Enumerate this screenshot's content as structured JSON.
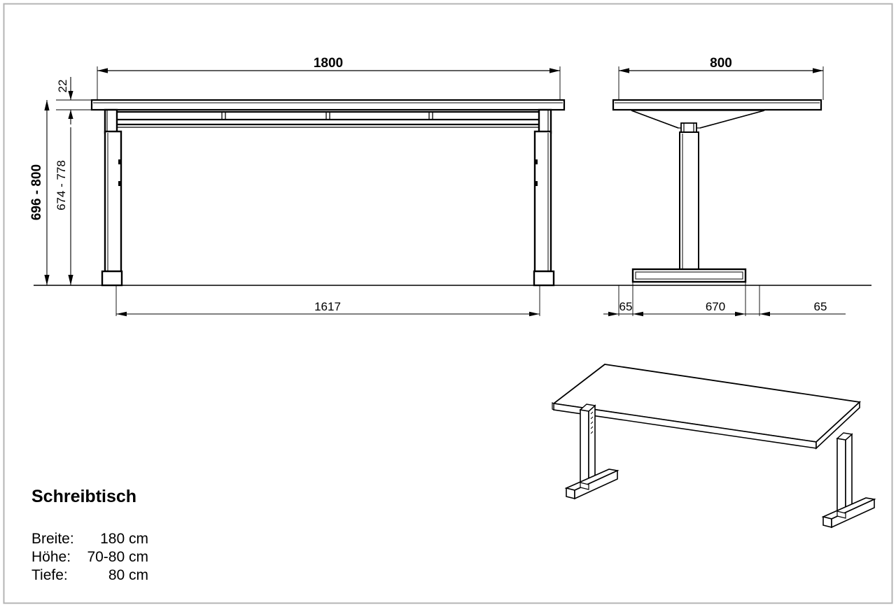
{
  "sheet": {
    "border_color": "#b4b4b4",
    "line_color": "#000000",
    "background": "#ffffff"
  },
  "drawing": {
    "title": "Schreibtisch",
    "views": {
      "front": "front-elevation",
      "side": "side-elevation",
      "perspective": "isometric-view"
    }
  },
  "dimensions": {
    "front_width": "1800",
    "top_thickness": "22",
    "total_height": "696 - 800",
    "leg_height": "674 - 778",
    "foot_span": "1617",
    "side_depth": "800",
    "foot_left_overhang": "65",
    "foot_width": "670",
    "foot_right_overhang": "65"
  },
  "specs": {
    "heading": "Schreibtisch",
    "rows": [
      {
        "label": "Breite:",
        "value": "180 cm"
      },
      {
        "label": "Höhe:",
        "value": "70-80 cm"
      },
      {
        "label": "Tiefe:",
        "value": "80 cm"
      }
    ]
  },
  "chart_data": {
    "type": "table",
    "title": "Schreibtisch",
    "categories": [
      "Breite",
      "Höhe",
      "Tiefe"
    ],
    "values": [
      "180 cm",
      "70-80 cm",
      "80 cm"
    ],
    "annotations": [
      {
        "name": "front_width",
        "value": 1800,
        "unit": "mm"
      },
      {
        "name": "top_thickness",
        "value": 22,
        "unit": "mm"
      },
      {
        "name": "total_height_min",
        "value": 696,
        "unit": "mm"
      },
      {
        "name": "total_height_max",
        "value": 800,
        "unit": "mm"
      },
      {
        "name": "leg_height_min",
        "value": 674,
        "unit": "mm"
      },
      {
        "name": "leg_height_max",
        "value": 778,
        "unit": "mm"
      },
      {
        "name": "foot_span",
        "value": 1617,
        "unit": "mm"
      },
      {
        "name": "side_depth",
        "value": 800,
        "unit": "mm"
      },
      {
        "name": "foot_overhang",
        "value": 65,
        "unit": "mm"
      },
      {
        "name": "foot_width",
        "value": 670,
        "unit": "mm"
      }
    ]
  }
}
